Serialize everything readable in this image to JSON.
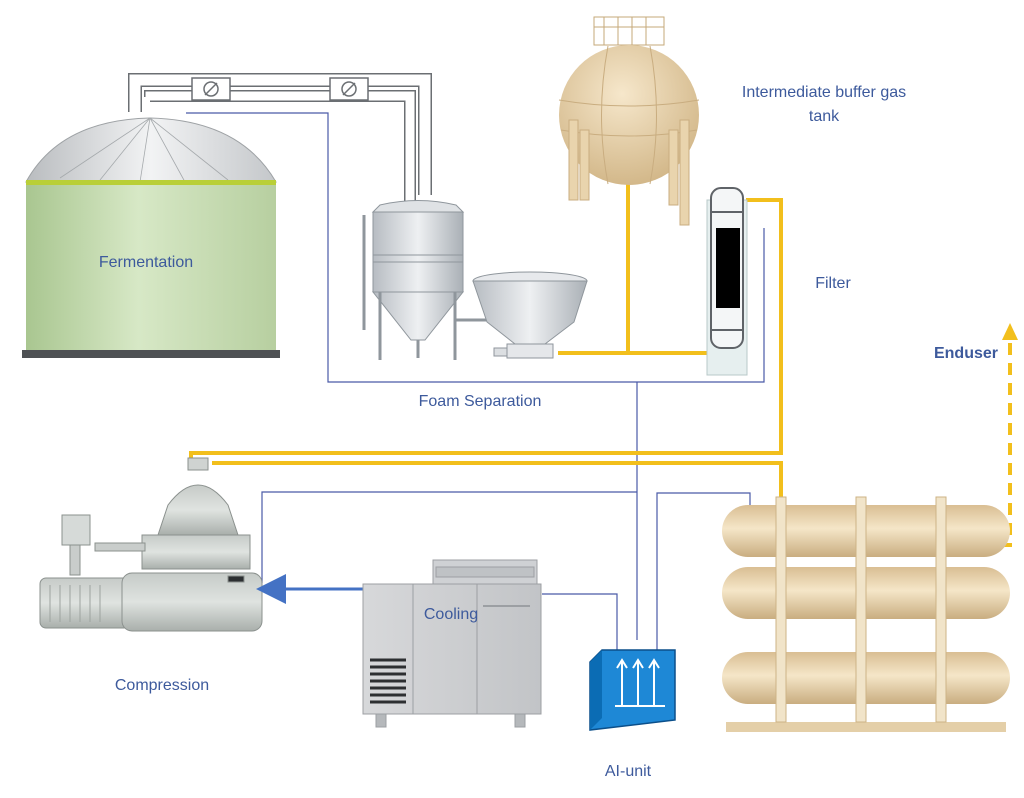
{
  "labels": {
    "fermentation": "Fermentation",
    "foam_separation": "Foam Separation",
    "buffer_tank_line1": "Intermediate buffer gas",
    "buffer_tank_line2": "tank",
    "filter": "Filter",
    "enduser": "Enduser",
    "compression": "Compression",
    "cooling": "Cooling",
    "ai_unit": "AI-unit"
  },
  "colors": {
    "gas_pipe": "#f2bf1c",
    "signal_line": "#4a5aa8",
    "flow_arrow": "#4472c4",
    "label_text": "#3d5a9c",
    "fermenter_body": "#c9deb4",
    "tank_beige": "#e8d2ad",
    "ai_unit": "#1e88d6"
  },
  "icons": [
    "fermentation-tank",
    "foam-separator-vessel",
    "hopper",
    "spherical-gas-tank",
    "filter-column",
    "centrifugal-compressor",
    "cooling-unit",
    "ai-unit-box",
    "storage-cylinders",
    "enduser-arrow"
  ]
}
